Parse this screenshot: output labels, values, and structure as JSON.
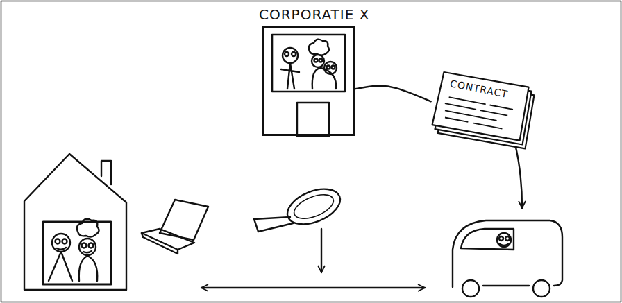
{
  "diagram": {
    "nodes": [
      {
        "text": [
          "CORPORATIE X"
        ]
      },
      {
        "text": [
          "CONTRACT"
        ]
      }
    ],
    "edges": [
      {
        "from": 0,
        "to": 1,
        "arrow": "none"
      }
    ]
  }
}
